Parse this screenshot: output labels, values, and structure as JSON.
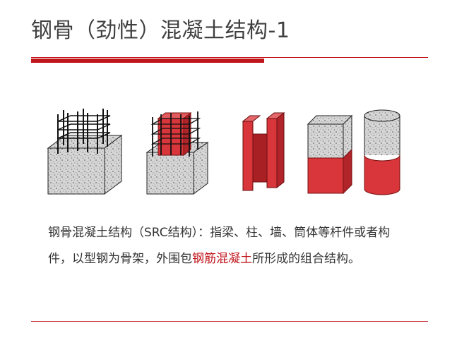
{
  "slide": {
    "title": "钢骨（劲性）混凝土结构-1",
    "accent_color": "#c0141a",
    "concrete_color": "#d4d4d4",
    "steel_color": "#d8363b"
  },
  "figure": {
    "illustrations": [
      "rebar-cage-concrete-block-icon",
      "steel-section-rebar-concrete-block-icon",
      "h-steel-section-icon",
      "encased-square-column-icon",
      "encased-round-column-icon"
    ]
  },
  "body": {
    "segment1": "钢骨混凝土结构（SRC结构）：指梁、柱、墙、筒体等杆件或者构件，以型钢为骨架，外围包",
    "highlight": "钢筋混凝土",
    "segment2": "所形成的组合结构。"
  }
}
